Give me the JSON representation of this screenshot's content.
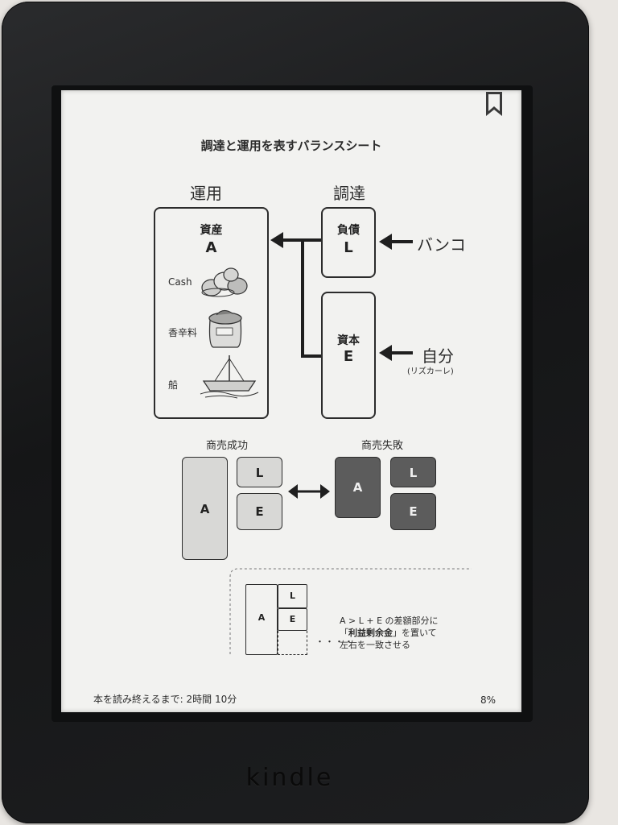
{
  "book": {
    "title": "調達と運用を表すバランスシート",
    "col_left": "運用",
    "col_right": "調達"
  },
  "assets": {
    "name": "資産",
    "letter": "A",
    "items": [
      {
        "label": "Cash",
        "icon": "coins-icon"
      },
      {
        "label": "香辛料",
        "icon": "spice-sack-icon"
      },
      {
        "label": "船",
        "icon": "ship-icon"
      }
    ]
  },
  "liabilities": {
    "name": "負債",
    "letter": "L",
    "source": "バンコ"
  },
  "equity": {
    "name": "資本",
    "letter": "E",
    "source": "自分",
    "source_note": "(リズカーレ)"
  },
  "outcomes": {
    "success": {
      "label": "商売成功",
      "a": "A",
      "l": "L",
      "e": "E"
    },
    "failure": {
      "label": "商売失敗",
      "a": "A",
      "l": "L",
      "e": "E"
    }
  },
  "note": {
    "a": "A",
    "l": "L",
    "e": "E",
    "line1": "A > L + E の差額部分に",
    "line2_bracket_open": "「",
    "line2_bold": "利益剰余金",
    "line2_rest": "」を置いて",
    "line3": "左右を一致させる",
    "dots": "・・・・"
  },
  "footer": {
    "reading_time": "本を読み終えるまで: 2時間 10分",
    "progress": "8%"
  },
  "device": {
    "brand": "kindle"
  }
}
